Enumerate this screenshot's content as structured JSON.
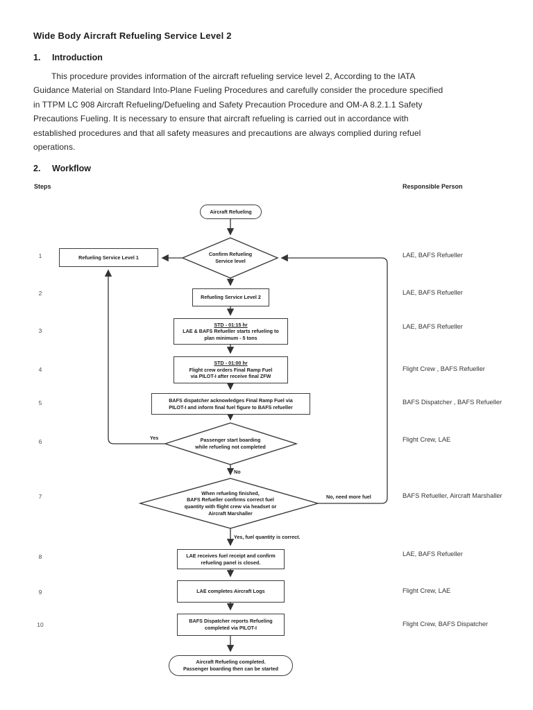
{
  "document": {
    "title": "Wide Body Aircraft Refueling Service Level 2",
    "section1": {
      "number": "1.",
      "heading": "Introduction"
    },
    "section2": {
      "number": "2.",
      "heading": "Workflow"
    },
    "intro_lines": [
      "This procedure provides information of the aircraft refueling service level 2, According to the IATA",
      "Guidance Material on Standard Into-Plane Fueling Procedures and carefully consider the procedure specified",
      "in TTPM LC 908 Aircraft Refueling/Defueling and Safety Precaution Procedure and OM-A 8.2.1.1 Safety",
      "Precautions Fueling. It is necessary to ensure that aircraft refueling is carried out in accordance with",
      "established procedures and that all safety measures and precautions are always complied during refuel",
      "operations."
    ]
  },
  "workflow": {
    "steps_header": "Steps",
    "responsible_header": "Responsible Person",
    "steps": [
      "1",
      "2",
      "3",
      "4",
      "5",
      "6",
      "7",
      "8",
      "9",
      "10"
    ],
    "responsible": [
      "LAE, BAFS Refueller",
      "LAE, BAFS Refueller",
      "LAE, BAFS Refueller",
      "Flight Crew , BAFS Refueller",
      "BAFS Dispatcher , BAFS Refueller",
      "Flight Crew, LAE",
      "BAFS Refueller, Aircraft Marshaller",
      "LAE, BAFS Refueller",
      "Flight Crew, LAE",
      "Flight Crew, BAFS Dispatcher"
    ],
    "nodes": {
      "start": {
        "label": "Aircraft Refueling"
      },
      "d1": {
        "lines": [
          "Confirm Refueling",
          "Service level"
        ]
      },
      "box1": {
        "label": "Refueling Service Level 1"
      },
      "box2": {
        "label": "Refueling Service Level 2"
      },
      "box3": {
        "heading": "STD - 01:15 hr",
        "lines": [
          "LAE & BAFS Refueller starts refueling to",
          "plan minimum - 5 tons"
        ]
      },
      "box4": {
        "heading": "STD - 01:00 hr",
        "lines": [
          "Flight crew orders Final Ramp Fuel",
          "via PILOT-I after receive final ZFW"
        ]
      },
      "box5": {
        "lines": [
          "BAFS dispatcher acknowledges Final Ramp Fuel via",
          "PILOT-I and inform final fuel figure to BAFS refueller"
        ]
      },
      "d6": {
        "lines": [
          "Passenger start boarding",
          "while refueling not completed"
        ]
      },
      "d7": {
        "lines": [
          "When refueling finished,",
          "BAFS Refueller confirms correct fuel",
          "quantity with flight crew via headset or",
          "Aircraft Marshaller"
        ]
      },
      "box8": {
        "lines": [
          "LAE receives fuel receipt and confirm",
          "refueling panel is closed."
        ]
      },
      "box9": {
        "label": "LAE completes Aircraft Logs"
      },
      "box10": {
        "lines": [
          "BAFS Dispatcher reports Refueling",
          "completed via PILOT-I"
        ]
      },
      "end": {
        "lines": [
          "Aircraft Refueling completed.",
          "Passenger boarding then can be started"
        ]
      }
    },
    "edge_labels": {
      "yes": "Yes",
      "no": "No",
      "no_need_more_fuel": "No, need more fuel",
      "yes_fuel_correct": "Yes, fuel quantity is correct."
    },
    "colors": {
      "ink": "#1b1b1b",
      "line": "#333333"
    }
  }
}
